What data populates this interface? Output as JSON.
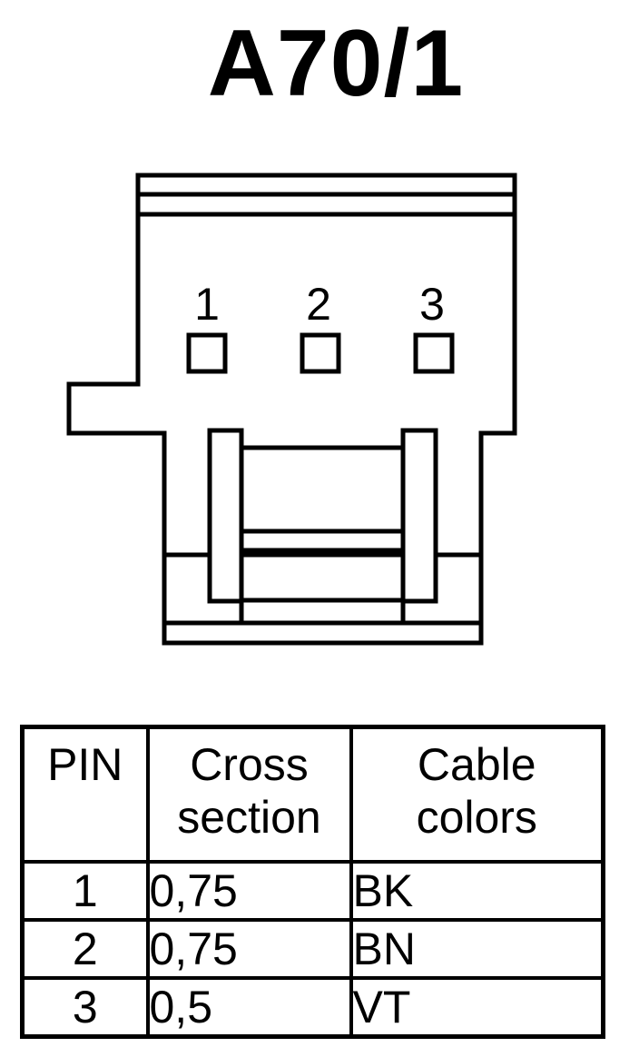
{
  "title": "A70/1",
  "connector": {
    "pin_labels": [
      "1",
      "2",
      "3"
    ]
  },
  "table": {
    "headers": {
      "pin": "PIN",
      "cross_section_line1": "Cross",
      "cross_section_line2": "section",
      "cable_colors_line1": "Cable",
      "cable_colors_line2": "colors"
    },
    "rows": [
      {
        "pin": "1",
        "cross_section": "0,75",
        "cable_color": "BK"
      },
      {
        "pin": "2",
        "cross_section": "0,75",
        "cable_color": "BN"
      },
      {
        "pin": "3",
        "cross_section": "0,5",
        "cable_color": "VT"
      }
    ]
  }
}
